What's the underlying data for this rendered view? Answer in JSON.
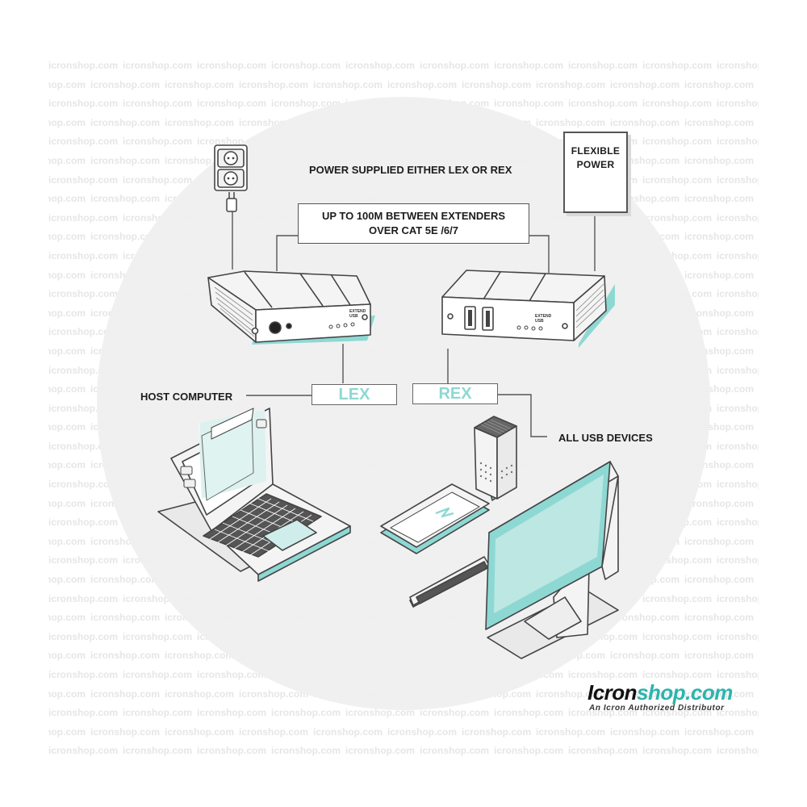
{
  "watermark": {
    "text": "Icronshop.com"
  },
  "labels": {
    "power_supplied": "POWER SUPPLIED EITHER LEX OR REX",
    "distance_line1": "UP TO 100M BETWEEN EXTENDERS",
    "distance_line2": "OVER CAT 5E /6/7",
    "flexible_power_line1": "FLEXIBLE",
    "flexible_power_line2": "POWER",
    "host_computer": "HOST COMPUTER",
    "all_usb_devices": "ALL USB DEVICES",
    "lex": "LEX",
    "rex": "REX"
  },
  "device_labels": {
    "lex_logo_line1": "EXTEND",
    "lex_logo_line2": "USB",
    "rex_logo_line1": "EXTEND",
    "rex_logo_line2": "USB"
  },
  "brand": {
    "name_part1": "Icron",
    "name_part2": "shop.com",
    "tagline": "An Icron Authorized Distributor"
  },
  "colors": {
    "accent": "#8ed8d3",
    "brand_teal": "#2bb5ad",
    "outline": "#4a4a4a",
    "device_fill": "#f4f4f4",
    "circle_bg": "#efefef"
  },
  "icons": [
    "power-outlet-icon",
    "plug-icon",
    "lightning-icon",
    "laptop-icon",
    "smartphone-icon",
    "speaker-icon",
    "monitor-icon",
    "keyboard-icon"
  ]
}
